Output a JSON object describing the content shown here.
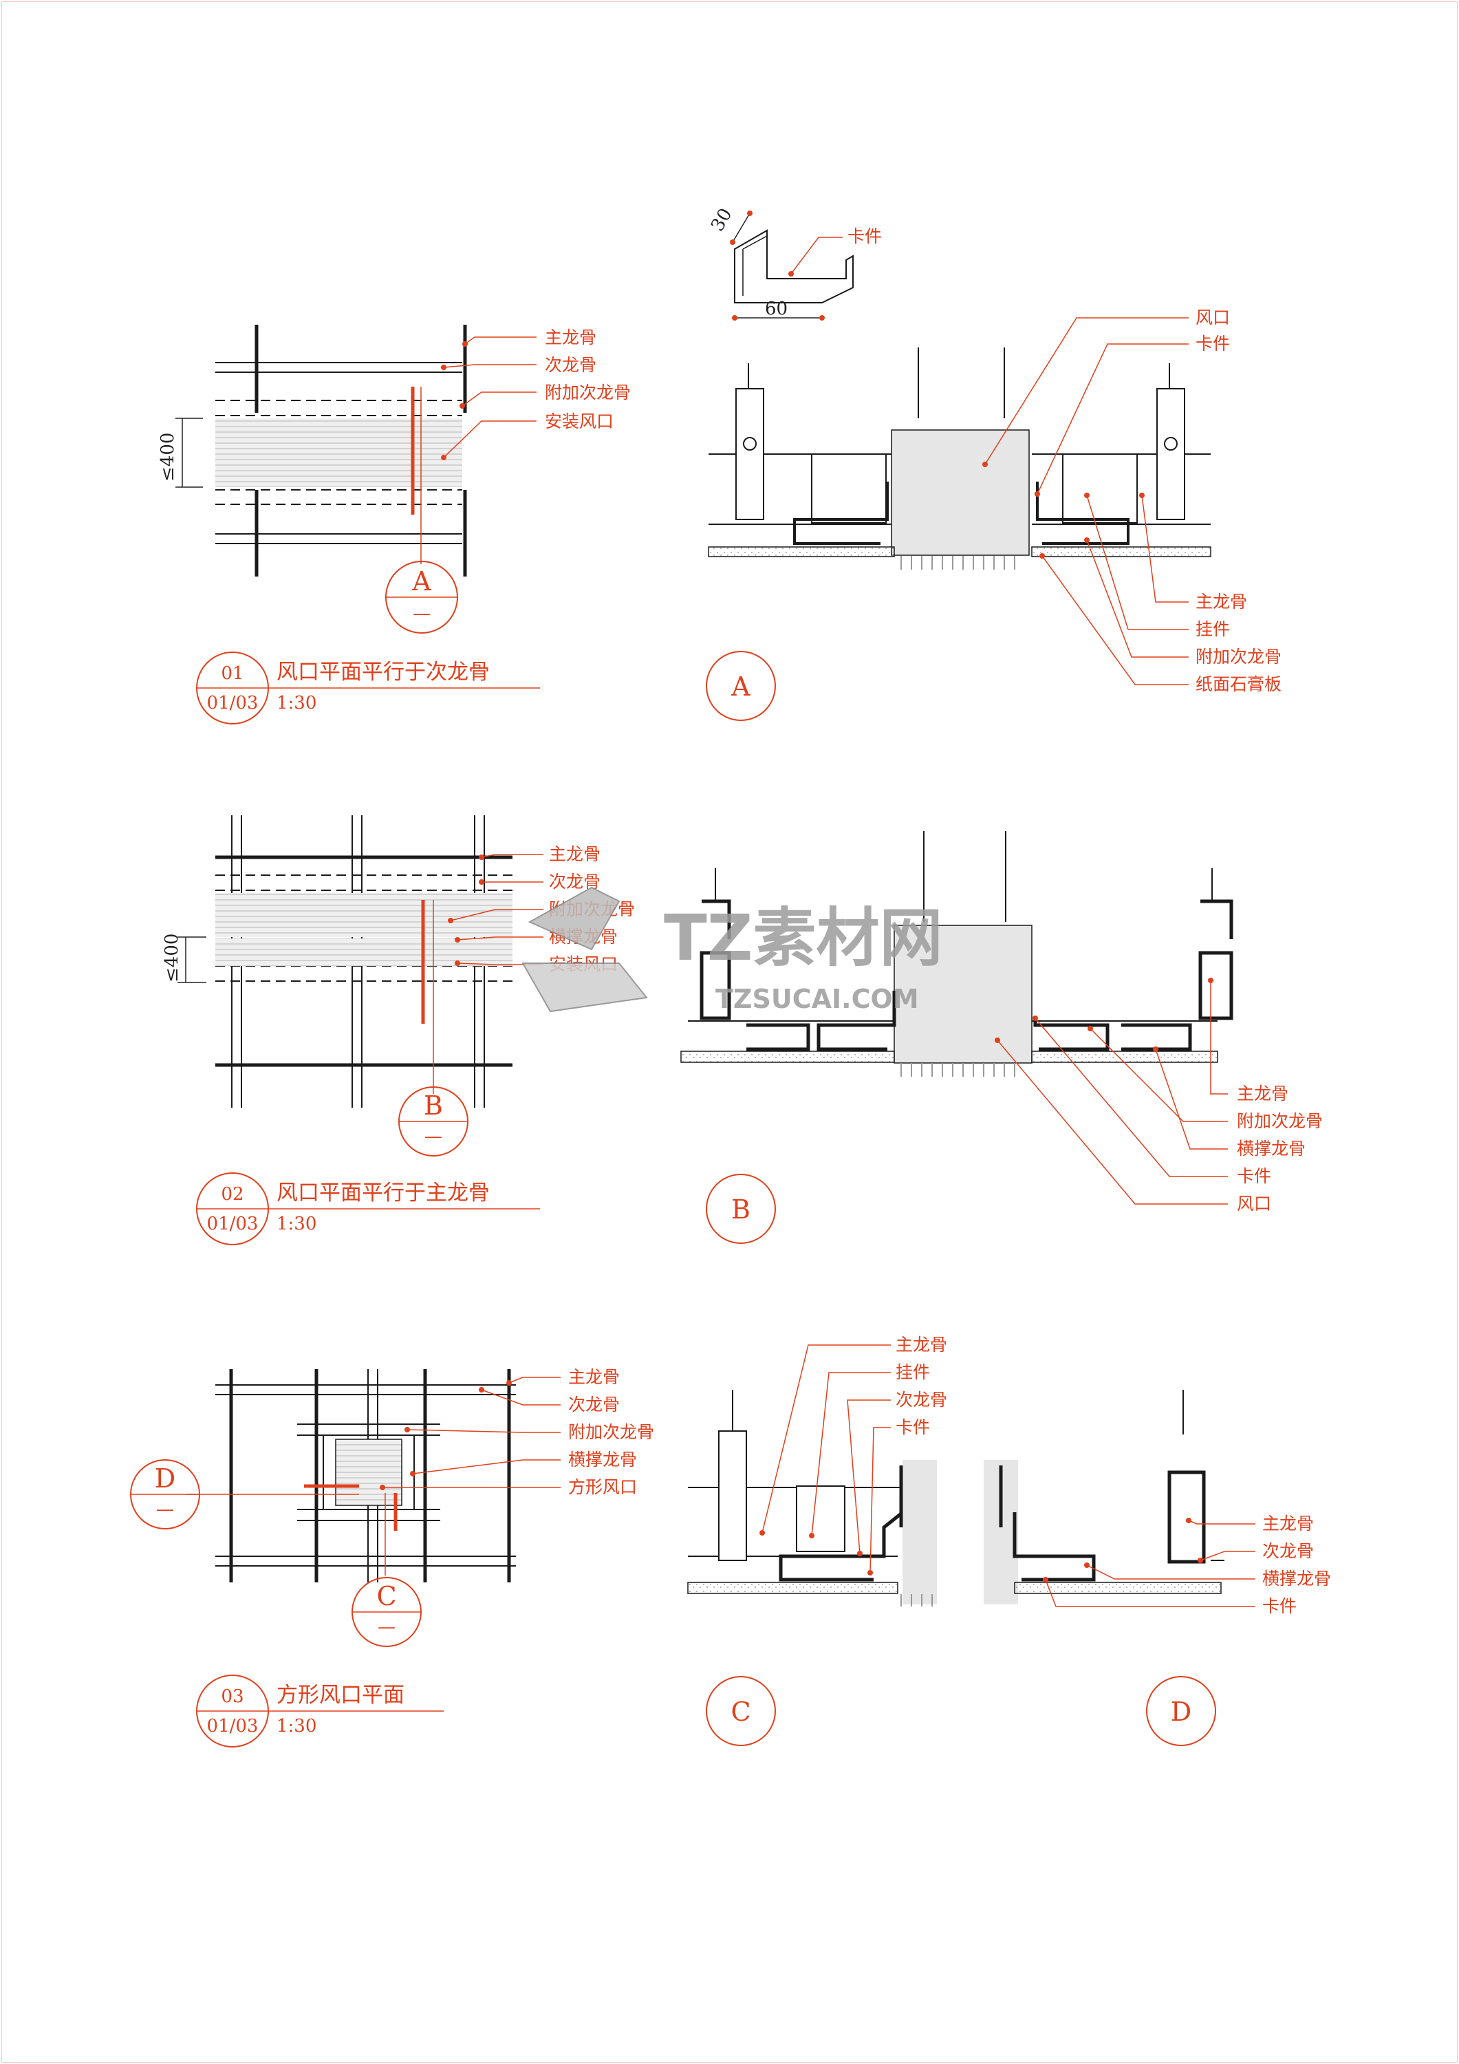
{
  "colors": {
    "accent": "#e0401c",
    "line": "#1a1a1a",
    "fill": "#e6e6e6"
  },
  "plan01": {
    "number": "01",
    "sheet": "01/03",
    "scale": "1:30",
    "title": "风口平面平行于次龙骨",
    "dimension": "≤400",
    "labels": [
      "主龙骨",
      "次龙骨",
      "附加次龙骨",
      "安装风口"
    ],
    "section_mark": "A",
    "section_sub": "—"
  },
  "detailA": {
    "mark": "A",
    "clip_label": "卡件",
    "clip_dims": [
      "30",
      "60"
    ],
    "labels_top": [
      "风口",
      "卡件"
    ],
    "labels_bottom": [
      "主龙骨",
      "挂件",
      "附加次龙骨",
      "纸面石膏板"
    ]
  },
  "plan02": {
    "number": "02",
    "sheet": "01/03",
    "scale": "1:30",
    "title": "风口平面平行于主龙骨",
    "dimension": "≤400",
    "labels": [
      "主龙骨",
      "次龙骨",
      "附加次龙骨",
      "横撑龙骨",
      "安装风口"
    ],
    "section_mark": "B",
    "section_sub": "—"
  },
  "detailB": {
    "mark": "B",
    "labels": [
      "主龙骨",
      "附加次龙骨",
      "横撑龙骨",
      "卡件",
      "风口"
    ]
  },
  "plan03": {
    "number": "03",
    "sheet": "01/03",
    "scale": "1:30",
    "title": "方形风口平面",
    "labels": [
      "主龙骨",
      "次龙骨",
      "附加次龙骨",
      "横撑龙骨",
      "方形风口"
    ],
    "section_mark_c": "C",
    "section_mark_d": "D",
    "section_sub": "—"
  },
  "detailC": {
    "mark": "C",
    "labels": [
      "主龙骨",
      "挂件",
      "次龙骨",
      "卡件"
    ]
  },
  "detailD": {
    "mark": "D",
    "labels": [
      "主龙骨",
      "次龙骨",
      "横撑龙骨",
      "卡件"
    ]
  },
  "watermark": {
    "brand": "TZ素材网",
    "url": "TZSUCAI.COM"
  }
}
